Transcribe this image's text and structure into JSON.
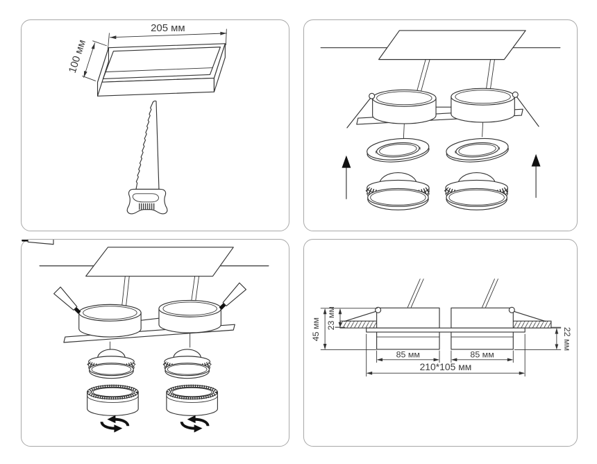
{
  "colors": {
    "background": "#ffffff",
    "panel_border": "#a8a8a8",
    "line": "#333333",
    "text": "#3a3a3a",
    "solid": "#111111"
  },
  "cutout_panel": {
    "width_dim": "205 мм",
    "depth_dim": "100 мм"
  },
  "dimensions_panel": {
    "total_height_dim": "45 мм",
    "above_ceiling_dim": "23 мм",
    "below_ceiling_dim": "22 мм",
    "left_cup_dim": "85 мм",
    "right_cup_dim": "85 мм",
    "overall_dim": "210*105 мм"
  }
}
